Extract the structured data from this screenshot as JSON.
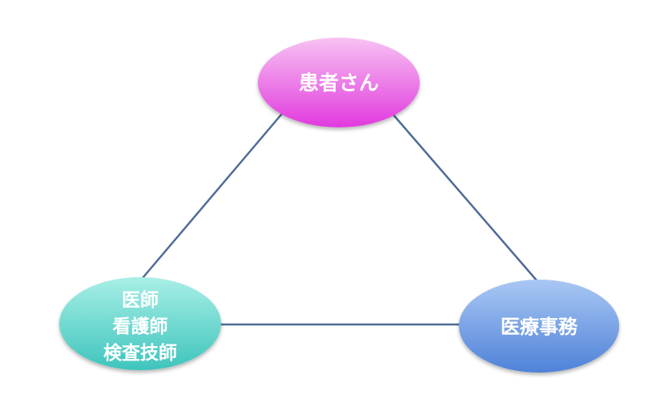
{
  "diagram": {
    "nodes": {
      "patient": {
        "lines": [
          "患者さん"
        ]
      },
      "medical_staff": {
        "lines": [
          "医師",
          "看護師",
          "検査技師"
        ]
      },
      "medical_office": {
        "lines": [
          "医療事務"
        ]
      }
    },
    "colors": {
      "connector": "#4F6B97",
      "patient_top": "#F7C2F2",
      "patient_bottom": "#E13ADE",
      "staff_top": "#A8EFE6",
      "staff_bottom": "#3EC4BC",
      "office_top": "#A9C7F4",
      "office_bottom": "#4F82D8"
    }
  }
}
